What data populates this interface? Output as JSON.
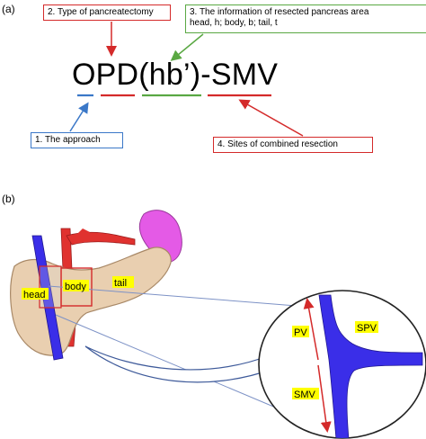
{
  "panel_a": {
    "label": "(a)",
    "formula": "OPD(hb’)-SMV",
    "boxes": {
      "type_of_pancreatectomy": "2. Type of pancreatectomy",
      "resected_area_line1": "3. The information of resected pancreas area",
      "resected_area_line2": "head, h; body, b; tail, t",
      "approach": "1. The approach",
      "combined_resection": "4. Sites of combined resection"
    },
    "colors": {
      "approach": "#3b78c8",
      "pancreatectomy": "#d42a2a",
      "resected_area": "#5aa843",
      "combined_resection": "#d42a2a"
    }
  },
  "panel_b": {
    "label": "(b)",
    "regions": {
      "head": "head",
      "body": "body",
      "tail": "tail"
    },
    "inset": {
      "pv": "PV",
      "spv": "SPV",
      "smv": "SMV"
    },
    "colors": {
      "pancreas": "#e9cfb0",
      "vein": "#3a2ee8",
      "artery": "#e0322f",
      "spleen": "#e45ae6",
      "label_bg": "#ffff00"
    }
  }
}
